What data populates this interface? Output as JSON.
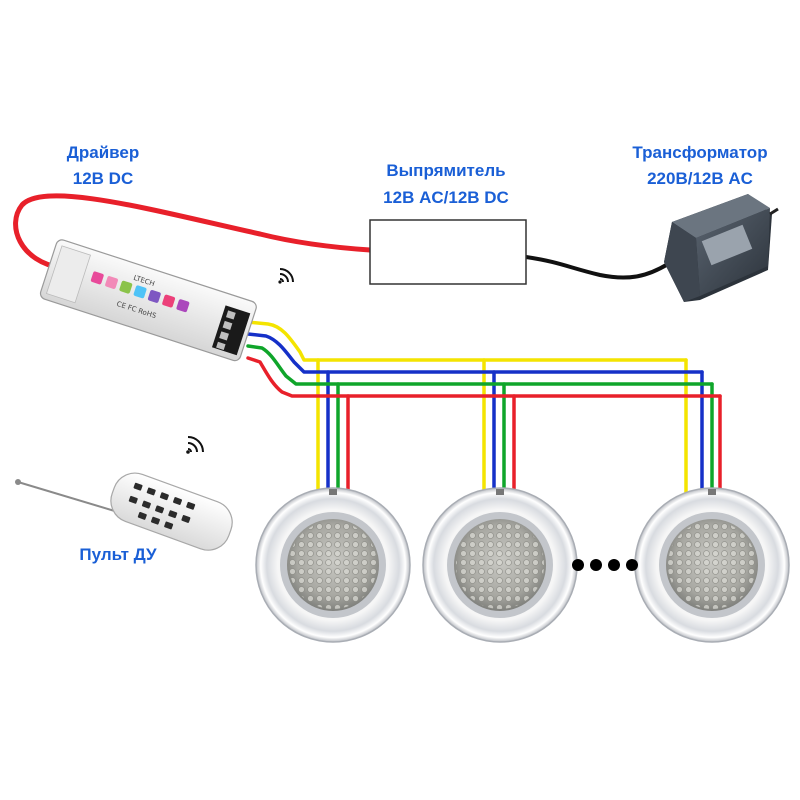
{
  "labels": {
    "driver": [
      "Драйвер",
      "12В DC"
    ],
    "rectifier": [
      "Выпрямитель",
      "12В AC/12В DC"
    ],
    "transformer": [
      "Трансформатор",
      "220В/12В AC"
    ],
    "remote": "Пульт ДУ"
  },
  "driver_device": {
    "brand": "LTECH",
    "marks": "CE FC RoHS"
  },
  "colors": {
    "label": "#1a5fd6",
    "wire_power": "#e8202a",
    "wire_yellow": "#f4e400",
    "wire_blue": "#1530c8",
    "wire_green": "#0fa52a",
    "wire_red": "#e8202a",
    "cable_black": "#111111"
  },
  "lights": {
    "count_drawn": 3,
    "continuation": "dots"
  }
}
